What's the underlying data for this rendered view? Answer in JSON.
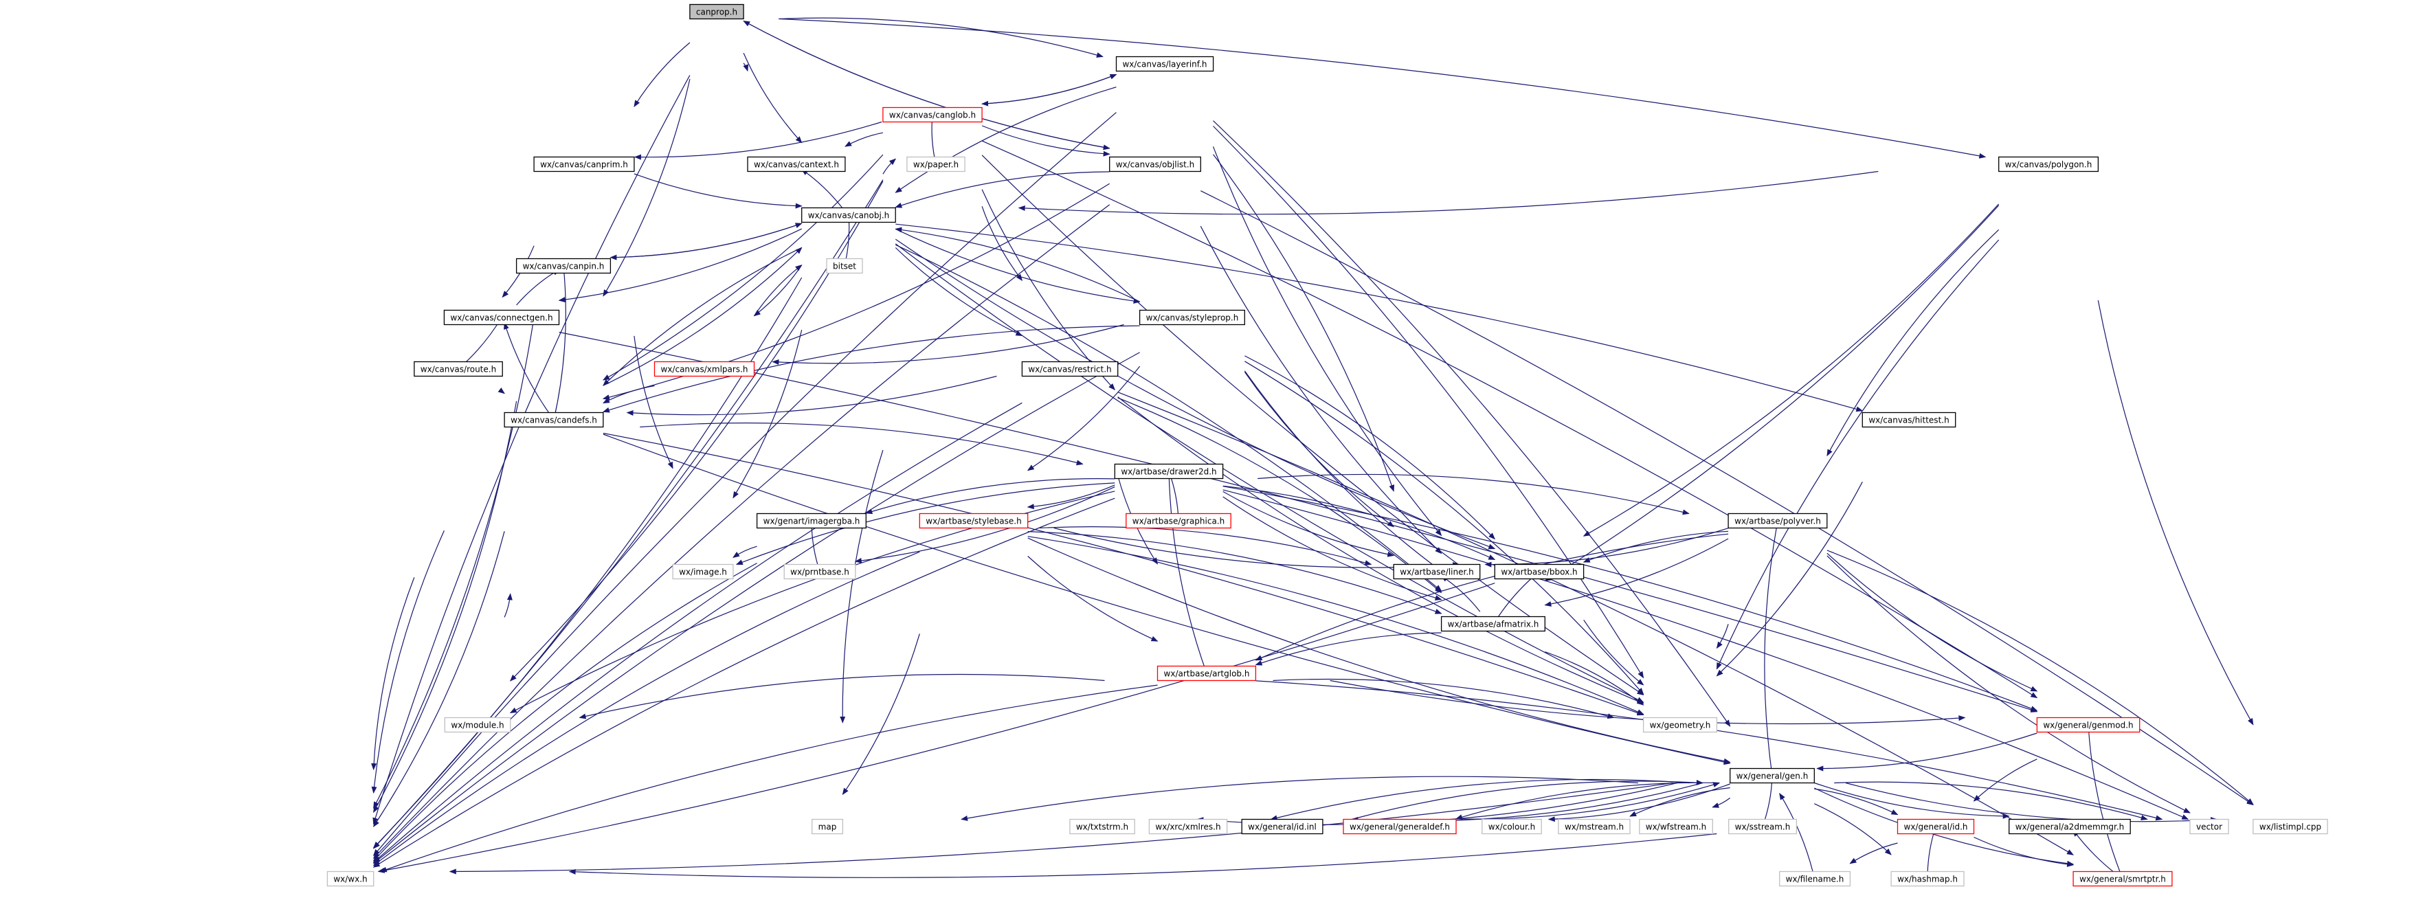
{
  "graph": {
    "title": "canprop.h",
    "colors": {
      "edge": "#191970",
      "node_border": "#000000",
      "linked_border_red": "#ff0000",
      "external_border": "#bfbfbf",
      "root_fill": "#bfbfbf",
      "text": "#000000"
    },
    "nodes": [
      {
        "id": "canprop",
        "label": "canprop.h",
        "kind": "root"
      },
      {
        "id": "layerinf",
        "label": "wx/canvas/layerinf.h",
        "kind": "normal"
      },
      {
        "id": "canglob",
        "label": "wx/canvas/canglob.h",
        "kind": "red"
      },
      {
        "id": "canprim",
        "label": "wx/canvas/canprim.h",
        "kind": "normal"
      },
      {
        "id": "cantext",
        "label": "wx/canvas/cantext.h",
        "kind": "normal"
      },
      {
        "id": "paper",
        "label": "wx/paper.h",
        "kind": "ext"
      },
      {
        "id": "objlist",
        "label": "wx/canvas/objlist.h",
        "kind": "normal"
      },
      {
        "id": "polygon",
        "label": "wx/canvas/polygon.h",
        "kind": "normal"
      },
      {
        "id": "canobj",
        "label": "wx/canvas/canobj.h",
        "kind": "normal"
      },
      {
        "id": "canpin",
        "label": "wx/canvas/canpin.h",
        "kind": "normal"
      },
      {
        "id": "bitset",
        "label": "bitset",
        "kind": "ext"
      },
      {
        "id": "connectgen",
        "label": "wx/canvas/connectgen.h",
        "kind": "normal"
      },
      {
        "id": "styleprop",
        "label": "wx/canvas/styleprop.h",
        "kind": "normal"
      },
      {
        "id": "route",
        "label": "wx/canvas/route.h",
        "kind": "normal"
      },
      {
        "id": "xmlpars",
        "label": "wx/canvas/xmlpars.h",
        "kind": "red"
      },
      {
        "id": "restrict",
        "label": "wx/canvas/restrict.h",
        "kind": "normal"
      },
      {
        "id": "hittest",
        "label": "wx/canvas/hittest.h",
        "kind": "normal"
      },
      {
        "id": "candefs",
        "label": "wx/canvas/candefs.h",
        "kind": "normal"
      },
      {
        "id": "drawer2d",
        "label": "wx/artbase/drawer2d.h",
        "kind": "normal"
      },
      {
        "id": "imagergba",
        "label": "wx/genart/imagergba.h",
        "kind": "normal"
      },
      {
        "id": "stylebase",
        "label": "wx/artbase/stylebase.h",
        "kind": "red"
      },
      {
        "id": "graphica",
        "label": "wx/artbase/graphica.h",
        "kind": "red"
      },
      {
        "id": "polyver",
        "label": "wx/artbase/polyver.h",
        "kind": "normal"
      },
      {
        "id": "image",
        "label": "wx/image.h",
        "kind": "ext"
      },
      {
        "id": "prntbase",
        "label": "wx/prntbase.h",
        "kind": "ext"
      },
      {
        "id": "liner",
        "label": "wx/artbase/liner.h",
        "kind": "normal"
      },
      {
        "id": "bbox",
        "label": "wx/artbase/bbox.h",
        "kind": "normal"
      },
      {
        "id": "afmatrix",
        "label": "wx/artbase/afmatrix.h",
        "kind": "normal"
      },
      {
        "id": "artglob",
        "label": "wx/artbase/artglob.h",
        "kind": "red"
      },
      {
        "id": "module",
        "label": "wx/module.h",
        "kind": "ext"
      },
      {
        "id": "geometry",
        "label": "wx/geometry.h",
        "kind": "ext"
      },
      {
        "id": "genmod",
        "label": "wx/general/genmod.h",
        "kind": "red"
      },
      {
        "id": "gen",
        "label": "wx/general/gen.h",
        "kind": "normal"
      },
      {
        "id": "map",
        "label": "map",
        "kind": "ext"
      },
      {
        "id": "txtstrm",
        "label": "wx/txtstrm.h",
        "kind": "ext"
      },
      {
        "id": "xmlres",
        "label": "wx/xrc/xmlres.h",
        "kind": "ext"
      },
      {
        "id": "idinl",
        "label": "wx/general/id.inl",
        "kind": "normal"
      },
      {
        "id": "generaldef",
        "label": "wx/general/generaldef.h",
        "kind": "red"
      },
      {
        "id": "colour",
        "label": "wx/colour.h",
        "kind": "ext"
      },
      {
        "id": "mstream",
        "label": "wx/mstream.h",
        "kind": "ext"
      },
      {
        "id": "wfstream",
        "label": "wx/wfstream.h",
        "kind": "ext"
      },
      {
        "id": "sstream",
        "label": "wx/sstream.h",
        "kind": "ext"
      },
      {
        "id": "idh",
        "label": "wx/general/id.h",
        "kind": "red"
      },
      {
        "id": "a2dmemmgr",
        "label": "wx/general/a2dmemmgr.h",
        "kind": "normal"
      },
      {
        "id": "vector",
        "label": "vector",
        "kind": "ext"
      },
      {
        "id": "listimpl",
        "label": "wx/listimpl.cpp",
        "kind": "ext"
      },
      {
        "id": "wxh",
        "label": "wx/wx.h",
        "kind": "ext"
      },
      {
        "id": "filename",
        "label": "wx/filename.h",
        "kind": "ext"
      },
      {
        "id": "hashmap",
        "label": "wx/hashmap.h",
        "kind": "ext"
      },
      {
        "id": "smrtptr",
        "label": "wx/general/smrtptr.h",
        "kind": "red"
      }
    ],
    "edges": [
      [
        "canprop",
        "layerinf"
      ],
      [
        "canprop",
        "canprim"
      ],
      [
        "canprop",
        "cantext"
      ],
      [
        "canprop",
        "objlist"
      ],
      [
        "canprop",
        "polygon"
      ],
      [
        "canprop",
        "canobj"
      ],
      [
        "canprop",
        "candefs"
      ],
      [
        "canprop",
        "wxh"
      ],
      [
        "layerinf",
        "canglob"
      ],
      [
        "layerinf",
        "canobj"
      ],
      [
        "layerinf",
        "liner"
      ],
      [
        "layerinf",
        "afmatrix"
      ],
      [
        "layerinf",
        "geometry"
      ],
      [
        "layerinf",
        "wxh"
      ],
      [
        "layerinf",
        "gen"
      ],
      [
        "canglob",
        "layerinf"
      ],
      [
        "canglob",
        "canprim"
      ],
      [
        "canglob",
        "cantext"
      ],
      [
        "canglob",
        "paper"
      ],
      [
        "canglob",
        "objlist"
      ],
      [
        "canglob",
        "canobj"
      ],
      [
        "canglob",
        "restrict"
      ],
      [
        "canglob",
        "candefs"
      ],
      [
        "canglob",
        "drawer2d"
      ],
      [
        "canglob",
        "module"
      ],
      [
        "canglob",
        "geometry"
      ],
      [
        "canglob",
        "wxh"
      ],
      [
        "canglob",
        "map"
      ],
      [
        "canglob",
        "genmod"
      ],
      [
        "canprim",
        "canobj"
      ],
      [
        "canprim",
        "route"
      ],
      [
        "canprim",
        "image"
      ],
      [
        "canprim",
        "wxh"
      ],
      [
        "cantext",
        "canobj"
      ],
      [
        "objlist",
        "canprop"
      ],
      [
        "objlist",
        "canobj"
      ],
      [
        "objlist",
        "candefs"
      ],
      [
        "objlist",
        "afmatrix"
      ],
      [
        "objlist",
        "listimpl"
      ],
      [
        "objlist",
        "wxh"
      ],
      [
        "polygon",
        "canobj"
      ],
      [
        "polygon",
        "polyver"
      ],
      [
        "polygon",
        "bbox"
      ],
      [
        "polygon",
        "geometry"
      ],
      [
        "polygon",
        "afmatrix"
      ],
      [
        "polygon",
        "listimpl"
      ],
      [
        "canobj",
        "canpin"
      ],
      [
        "canobj",
        "bitset"
      ],
      [
        "canobj",
        "connectgen"
      ],
      [
        "canobj",
        "styleprop"
      ],
      [
        "canobj",
        "xmlpars"
      ],
      [
        "canobj",
        "restrict"
      ],
      [
        "canobj",
        "hittest"
      ],
      [
        "canobj",
        "candefs"
      ],
      [
        "canobj",
        "image"
      ],
      [
        "canobj",
        "bbox"
      ],
      [
        "canobj",
        "afmatrix"
      ],
      [
        "canobj",
        "geometry"
      ],
      [
        "canobj",
        "wxh"
      ],
      [
        "canpin",
        "canobj"
      ],
      [
        "canpin",
        "connectgen"
      ],
      [
        "canpin",
        "candefs"
      ],
      [
        "canpin",
        "wxh"
      ],
      [
        "connectgen",
        "route"
      ],
      [
        "connectgen",
        "candefs"
      ],
      [
        "connectgen",
        "wxh"
      ],
      [
        "connectgen",
        "genmod"
      ],
      [
        "styleprop",
        "canobj"
      ],
      [
        "styleprop",
        "xmlpars"
      ],
      [
        "styleprop",
        "candefs"
      ],
      [
        "styleprop",
        "stylebase"
      ],
      [
        "styleprop",
        "liner"
      ],
      [
        "styleprop",
        "bbox"
      ],
      [
        "styleprop",
        "afmatrix"
      ],
      [
        "styleprop",
        "geometry"
      ],
      [
        "styleprop",
        "wxh"
      ],
      [
        "route",
        "candefs"
      ],
      [
        "route",
        "wxh"
      ],
      [
        "xmlpars",
        "canobj"
      ],
      [
        "xmlpars",
        "candefs"
      ],
      [
        "restrict",
        "candefs"
      ],
      [
        "restrict",
        "artglob"
      ],
      [
        "restrict",
        "afmatrix"
      ],
      [
        "restrict",
        "geometry"
      ],
      [
        "restrict",
        "smrtptr"
      ],
      [
        "restrict",
        "wxh"
      ],
      [
        "hittest",
        "geometry"
      ],
      [
        "candefs",
        "canobj"
      ],
      [
        "candefs",
        "drawer2d"
      ],
      [
        "candefs",
        "module"
      ],
      [
        "candefs",
        "geometry"
      ],
      [
        "candefs",
        "gen"
      ],
      [
        "candefs",
        "wxh"
      ],
      [
        "drawer2d",
        "imagergba"
      ],
      [
        "drawer2d",
        "stylebase"
      ],
      [
        "drawer2d",
        "graphica"
      ],
      [
        "drawer2d",
        "polyver"
      ],
      [
        "drawer2d",
        "image"
      ],
      [
        "drawer2d",
        "prntbase"
      ],
      [
        "drawer2d",
        "liner"
      ],
      [
        "drawer2d",
        "bbox"
      ],
      [
        "drawer2d",
        "afmatrix"
      ],
      [
        "drawer2d",
        "artglob"
      ],
      [
        "drawer2d",
        "module"
      ],
      [
        "drawer2d",
        "genmod"
      ],
      [
        "drawer2d",
        "wxh"
      ],
      [
        "drawer2d",
        "vector"
      ],
      [
        "imagergba",
        "image"
      ],
      [
        "imagergba",
        "prntbase"
      ],
      [
        "imagergba",
        "wxh"
      ],
      [
        "stylebase",
        "liner"
      ],
      [
        "stylebase",
        "bbox"
      ],
      [
        "stylebase",
        "afmatrix"
      ],
      [
        "stylebase",
        "artglob"
      ],
      [
        "stylebase",
        "geometry"
      ],
      [
        "stylebase",
        "gen"
      ],
      [
        "stylebase",
        "map"
      ],
      [
        "stylebase",
        "wxh"
      ],
      [
        "polyver",
        "liner"
      ],
      [
        "polyver",
        "bbox"
      ],
      [
        "polyver",
        "afmatrix"
      ],
      [
        "polyver",
        "artglob"
      ],
      [
        "polyver",
        "geometry"
      ],
      [
        "polyver",
        "genmod"
      ],
      [
        "polyver",
        "gen"
      ],
      [
        "polyver",
        "vector"
      ],
      [
        "polyver",
        "listimpl"
      ],
      [
        "liner",
        "afmatrix"
      ],
      [
        "bbox",
        "afmatrix"
      ],
      [
        "bbox",
        "geometry"
      ],
      [
        "bbox",
        "wxh"
      ],
      [
        "afmatrix",
        "artglob"
      ],
      [
        "afmatrix",
        "geometry"
      ],
      [
        "artglob",
        "module"
      ],
      [
        "artglob",
        "geometry"
      ],
      [
        "artglob",
        "genmod"
      ],
      [
        "artglob",
        "vector"
      ],
      [
        "artglob",
        "wxh"
      ],
      [
        "genmod",
        "gen"
      ],
      [
        "genmod",
        "idh"
      ],
      [
        "genmod",
        "smrtptr"
      ],
      [
        "gen",
        "map"
      ],
      [
        "gen",
        "txtstrm"
      ],
      [
        "gen",
        "xmlres"
      ],
      [
        "gen",
        "idinl"
      ],
      [
        "gen",
        "generaldef"
      ],
      [
        "gen",
        "colour"
      ],
      [
        "gen",
        "mstream"
      ],
      [
        "gen",
        "wfstream"
      ],
      [
        "gen",
        "sstream"
      ],
      [
        "gen",
        "idh"
      ],
      [
        "gen",
        "a2dmemmgr"
      ],
      [
        "gen",
        "vector"
      ],
      [
        "gen",
        "listimpl"
      ],
      [
        "gen",
        "wxh"
      ],
      [
        "gen",
        "filename"
      ],
      [
        "gen",
        "hashmap"
      ],
      [
        "gen",
        "smrtptr"
      ],
      [
        "idinl",
        "gen"
      ],
      [
        "generaldef",
        "gen"
      ],
      [
        "idh",
        "wxh"
      ],
      [
        "idh",
        "filename"
      ],
      [
        "idh",
        "hashmap"
      ],
      [
        "idh",
        "smrtptr"
      ],
      [
        "a2dmemmgr",
        "smrtptr"
      ]
    ]
  }
}
